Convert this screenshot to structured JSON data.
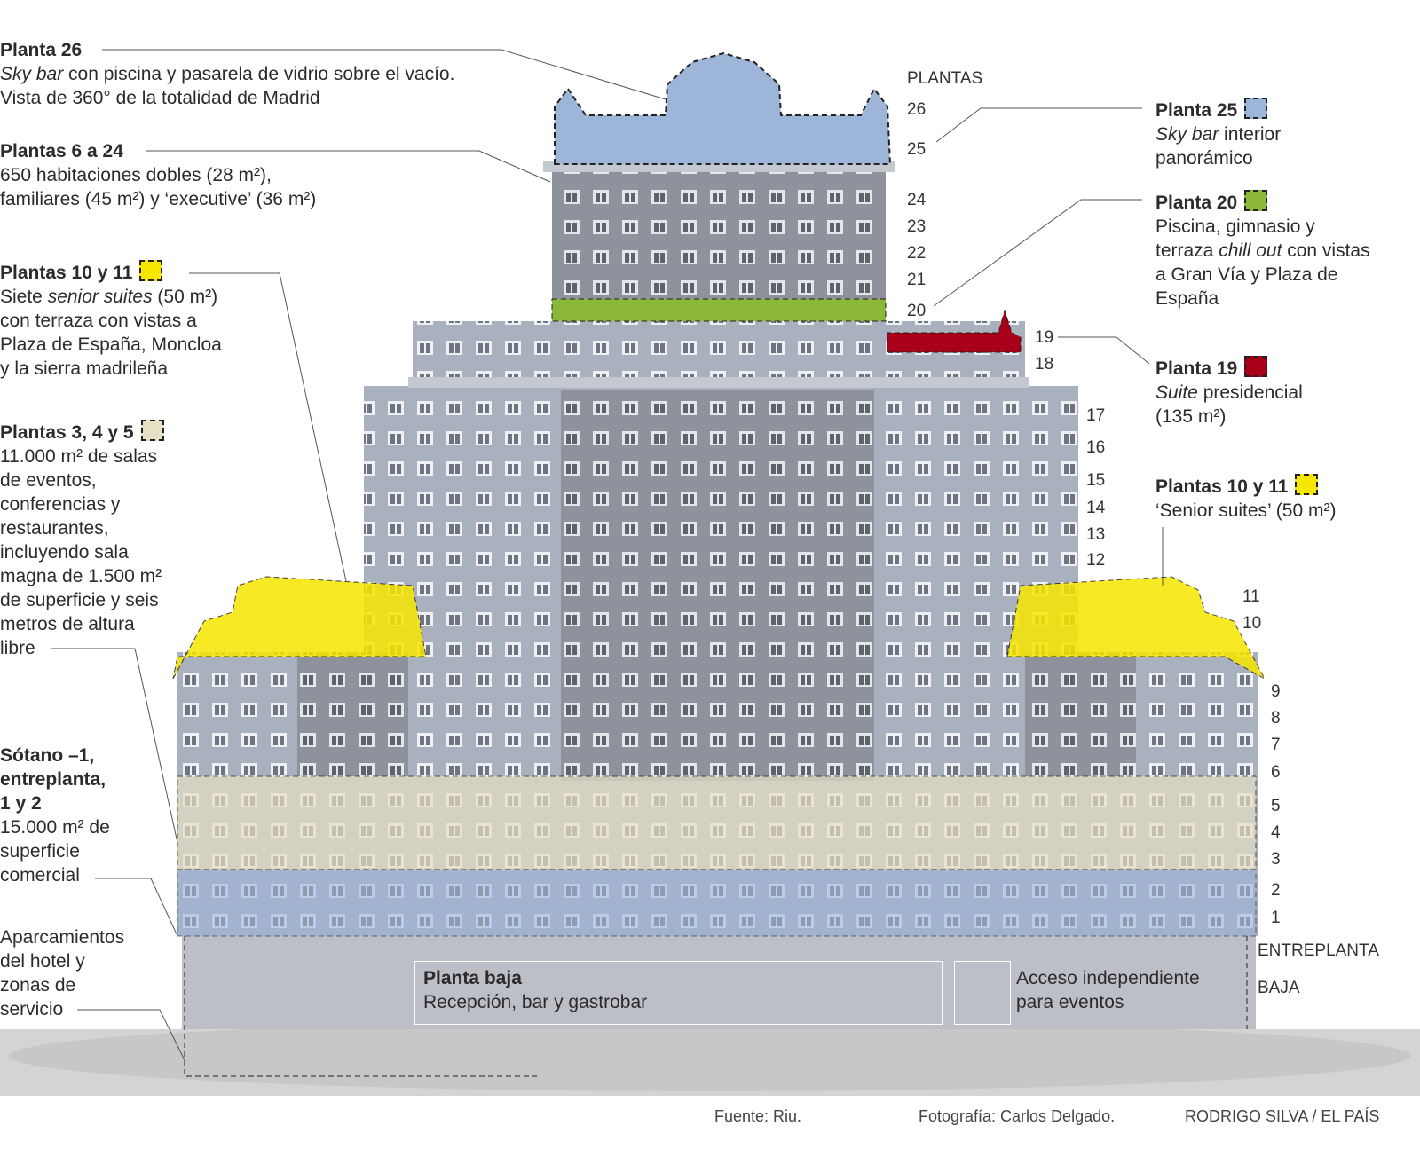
{
  "annotations_left": [
    {
      "title": "Planta 26",
      "lines": [
        "<i>Sky bar</i> con piscina y pasarela de vidrio sobre el vacío.",
        "Vista de 360° de la totalidad de Madrid"
      ]
    },
    {
      "title": "Plantas 6 a 24",
      "lines": [
        "650 habitaciones dobles (28 m²),",
        "familiares (45 m²) y ‘executive’ (36 m²)"
      ]
    },
    {
      "title": "Plantas 10 y 11",
      "lines": [
        "Siete <i>senior suites</i> (50 m²)",
        "con terraza con vistas a",
        "Plaza de España, Moncloa",
        "y la sierra madrileña"
      ]
    },
    {
      "title": "Plantas 3, 4 y 5",
      "lines": [
        "11.000 m² de salas",
        "de eventos,",
        "conferencias y",
        "restaurantes,",
        "incluyendo sala",
        "magna de 1.500 m²",
        "de superficie y seis",
        "metros de altura",
        "libre"
      ]
    },
    {
      "title": "Sótano –1,",
      "title2": "entreplanta,",
      "title3": "1 y 2",
      "lines": [
        "15.000 m² de",
        "superficie",
        "comercial"
      ]
    },
    {
      "title": "",
      "lines": [
        "Aparcamientos",
        "del hotel y",
        "zonas de",
        "servicio"
      ]
    }
  ],
  "annotations_right": [
    {
      "title": "Planta 25",
      "lines": [
        "<i>Sky bar</i> interior",
        "panorámico"
      ]
    },
    {
      "title": "Planta 20",
      "lines": [
        "Piscina, gimnasio y",
        "terraza <i>chill out</i> con vistas",
        "a Gran Vía y Plaza de",
        "España"
      ]
    },
    {
      "title": "Planta 19",
      "lines": [
        "<i>Suite</i> presidencial",
        "(135 m²)"
      ]
    },
    {
      "title": "Plantas 10 y 11",
      "lines": [
        "‘Senior suites’  (50 m²)"
      ]
    }
  ],
  "floors_header": "PLANTAS",
  "floors": [
    "26",
    "25",
    "24",
    "23",
    "22",
    "21",
    "20",
    "19",
    "18",
    "17",
    "16",
    "15",
    "14",
    "13",
    "12",
    "11",
    "10",
    "9",
    "8",
    "7",
    "6",
    "5",
    "4",
    "3",
    "2",
    "1",
    "ENTREPLANTA",
    "BAJA"
  ],
  "ground": {
    "title": "Planta baja",
    "text": "Recepción, bar y gastrobar",
    "access1": "Acceso independiente",
    "access2": "para eventos"
  },
  "credits": {
    "source": "Fuente: Riu.",
    "photo": "Fotografía: Carlos Delgado.",
    "author": "RODRIGO SILVA / EL PAÍS"
  },
  "colors": {
    "blue": "#9db5d8",
    "green": "#8cb83a",
    "red": "#a9001a",
    "yellow": "#f7e600",
    "beige": "#e6e0c4"
  }
}
